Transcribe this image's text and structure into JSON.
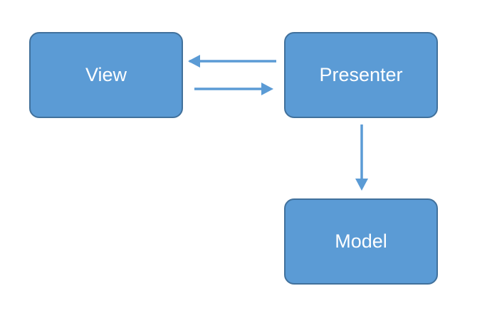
{
  "diagram": {
    "type": "flowchart",
    "colors": {
      "node_fill": "#5b9bd5",
      "node_border": "#41719c",
      "node_text": "#ffffff",
      "arrow": "#5b9bd5"
    },
    "nodes": [
      {
        "id": "view",
        "label": "View"
      },
      {
        "id": "presenter",
        "label": "Presenter"
      },
      {
        "id": "model",
        "label": "Model"
      }
    ],
    "edges": [
      {
        "from": "presenter",
        "to": "view"
      },
      {
        "from": "view",
        "to": "presenter"
      },
      {
        "from": "presenter",
        "to": "model"
      }
    ]
  }
}
